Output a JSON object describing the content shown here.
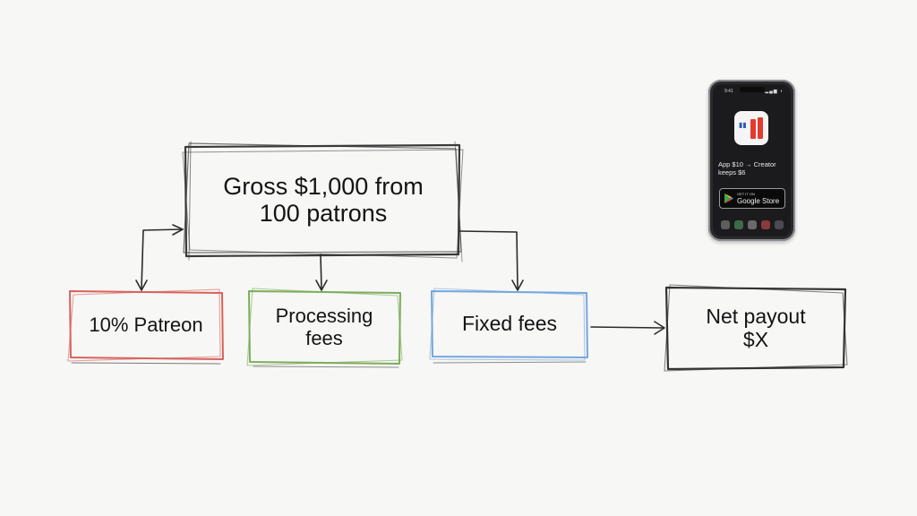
{
  "diagram": {
    "nodes": {
      "gross": {
        "line1": "Gross $1,000 from",
        "line2": "100 patrons"
      },
      "patreon": {
        "label": "10% Patreon",
        "color": "#d9625a"
      },
      "processing": {
        "line1": "Processing",
        "line2": "fees",
        "color": "#7cae5a"
      },
      "fixed": {
        "label": "Fixed fees",
        "color": "#74a7dc"
      },
      "net": {
        "line1": "Net payout",
        "line2": "$X"
      }
    },
    "edges": [
      {
        "from": "gross",
        "to": "patreon"
      },
      {
        "from": "gross",
        "to": "processing"
      },
      {
        "from": "gross",
        "to": "fixed"
      },
      {
        "from": "fixed",
        "to": "net"
      }
    ]
  },
  "phone": {
    "time": "9:41",
    "status_icons": "▂▄▆ ◗",
    "app_text_line1": "App $10 → Creator",
    "app_text_line2": "keeps $6",
    "store_small": "GET IT ON",
    "store_name": "Google Store",
    "icons": {
      "play": "play-store-icon",
      "app": "app-icon"
    }
  }
}
